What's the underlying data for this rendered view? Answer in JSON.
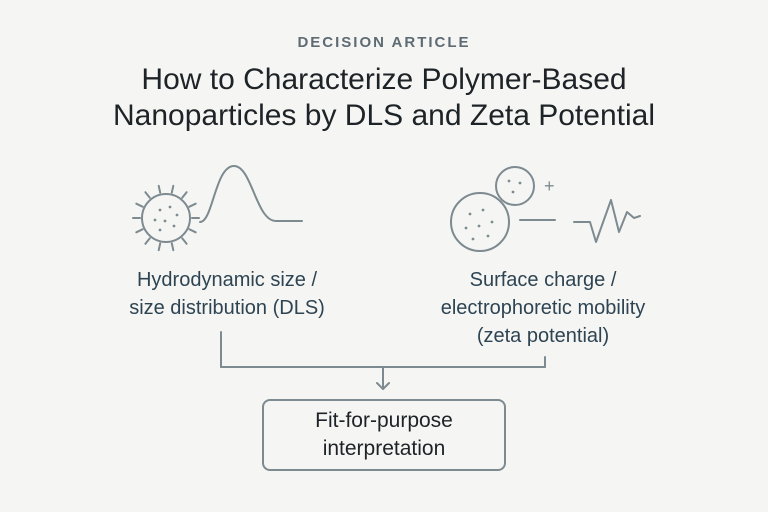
{
  "header": {
    "kicker": "DECISION ARTICLE",
    "title_line1": "How to Characterize Polymer-Based",
    "title_line2": "Nanoparticles by DLS and Zeta Potential"
  },
  "left": {
    "label_line1": "Hydrodynamic size /",
    "label_line2": "size distribution (DLS)",
    "icons": [
      "particle-icon",
      "size-distribution-curve-icon"
    ]
  },
  "right": {
    "label_line1": "Surface charge /",
    "label_line2": "electrophoretic mobility",
    "label_line3": "(zeta potential)",
    "plus_sign": "+",
    "icons": [
      "charged-particles-icon",
      "electrophoretic-signal-icon"
    ]
  },
  "result": {
    "line1": "Fit-for-purpose",
    "line2": "interpretation"
  },
  "colors": {
    "line": "#7d8a90",
    "text": "#1e2327",
    "label": "#2e4452",
    "background": "#f5f6f4"
  }
}
